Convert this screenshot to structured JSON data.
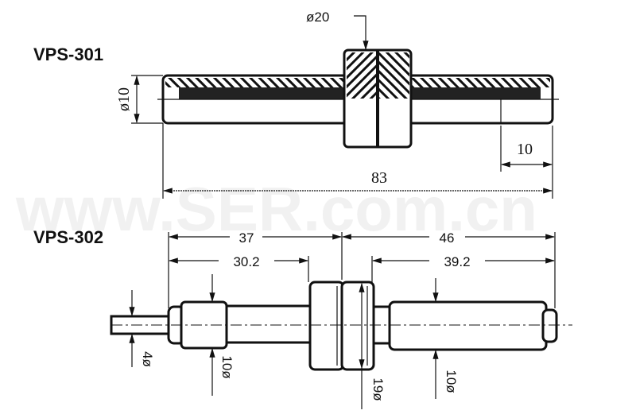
{
  "watermark": "www.SER.com.cn",
  "vps301": {
    "label": "VPS-301",
    "dims": {
      "hub_diameter": "ø20",
      "body_diameter": "ø10",
      "overall_length": "83",
      "end_length": "10"
    }
  },
  "vps302": {
    "label": "VPS-302",
    "dims": {
      "left_length": "37",
      "right_length": "46",
      "left_shaft": "30.2",
      "right_shaft": "39.2",
      "pin_diameter": "4ø",
      "left_diameter": "10ø",
      "flange_diameter": "19ø",
      "right_diameter": "10ø"
    }
  }
}
